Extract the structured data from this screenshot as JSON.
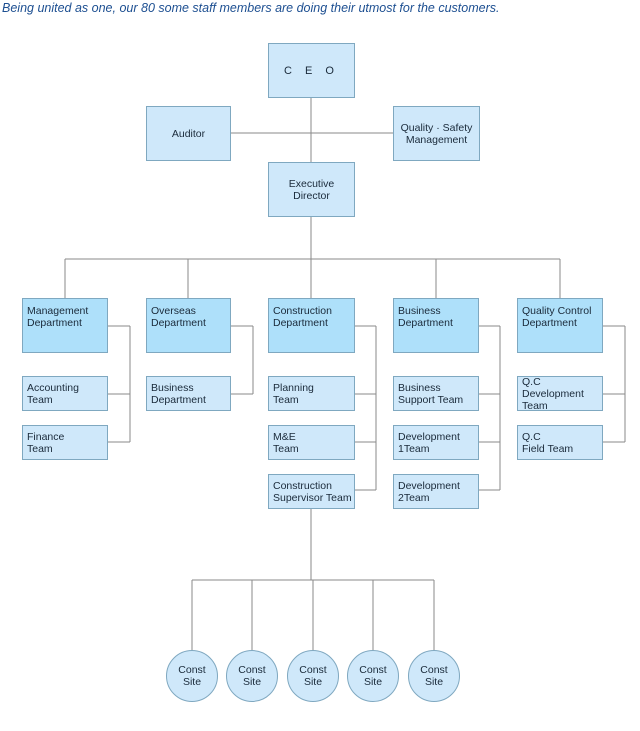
{
  "tagline": "Being united as one, our 80 some staff members are doing their utmost for the customers.",
  "top": {
    "ceo": "C E O",
    "auditor": "Auditor",
    "quality_safety": "Quality · Safety\nManagement",
    "executive": "Executive\nDirector"
  },
  "departments": [
    {
      "name": "Management\nDepartment",
      "teams": [
        "Accounting\nTeam",
        "Finance\nTeam"
      ]
    },
    {
      "name": "Overseas\nDepartment",
      "teams": [
        "Business\nDepartment"
      ]
    },
    {
      "name": "Construction\nDepartment",
      "teams": [
        "Planning\nTeam",
        "M&E\nTeam",
        "Construction\nSupervisor Team"
      ]
    },
    {
      "name": "Business\nDepartment",
      "teams": [
        "Business\nSupport Team",
        "Development\n1Team",
        "Development\n2Team"
      ]
    },
    {
      "name": "Quality Control\nDepartment",
      "teams": [
        "Q.C\nDevelopment Team",
        "Q.C\nField Team"
      ]
    }
  ],
  "sites": [
    "Const\nSite",
    "Const\nSite",
    "Const\nSite",
    "Const\nSite",
    "Const\nSite"
  ]
}
